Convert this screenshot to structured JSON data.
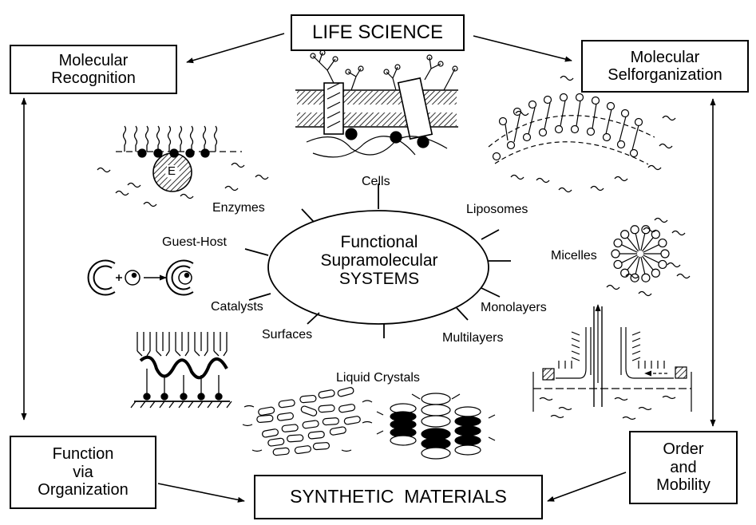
{
  "boxes": {
    "life_science": "LIFE SCIENCE",
    "molecular_recognition": [
      "Molecular",
      "Recognition"
    ],
    "molecular_selforganization": [
      "Molecular",
      "Selforganization"
    ],
    "function_via_organization": [
      "Function",
      "via",
      "Organization"
    ],
    "order_and_mobility": [
      "Order",
      "and",
      "Mobility"
    ],
    "synthetic_materials": "SYNTHETIC  MATERIALS"
  },
  "center": [
    "Functional",
    "Supramolecular",
    "SYSTEMS"
  ],
  "labels": {
    "cells": "Cells",
    "enzymes": "Enzymes",
    "guest_host": "Guest-Host",
    "catalysts": "Catalysts",
    "surfaces": "Surfaces",
    "liposomes": "Liposomes",
    "micelles": "Micelles",
    "monolayers": "Monolayers",
    "multilayers": "Multilayers",
    "liquid_crystals": "Liquid Crystals",
    "enzyme_letter": "E"
  }
}
